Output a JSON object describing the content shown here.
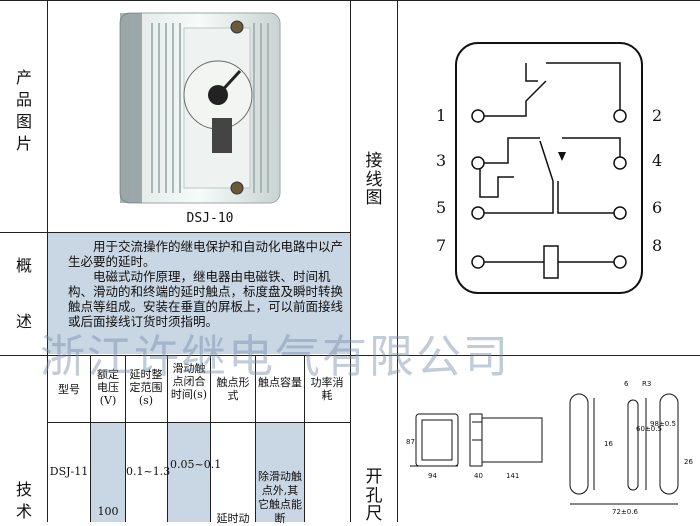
{
  "left_labels": {
    "product_photo": [
      "产",
      "品",
      "图",
      "片"
    ],
    "overview": [
      "概",
      "述"
    ],
    "technical": [
      "技",
      "术"
    ]
  },
  "photo_caption": "DSJ-10",
  "overview_text": {
    "p1": "用于交流操作的继电保护和自动化电路中以产生必要的延时。",
    "p2": "电磁式动作原理，继电器由电磁铁、时间机构、滑动的和终端的延时触点，标度盘及瞬时转换触点等组成。安装在垂直的屏板上，可以前面接线或后面接线订货时须指明。"
  },
  "watermark": "浙江许继电气有限公司",
  "tech_table": {
    "headers": [
      "型号",
      "额定电压(V)",
      "延时整定范围(s)",
      "滑动触点闭合时间(s)",
      "触点形式",
      "触点容量",
      "功率消耗"
    ],
    "row": {
      "model": "DSJ-11",
      "delay": "0.1~1.3",
      "slide": "0.05~0.1",
      "voltage": "100",
      "contact_form": "延时动",
      "capacity": "除滑动触点外,其它触点能断"
    }
  },
  "wiring": {
    "label": [
      "接",
      "线",
      "图"
    ],
    "terminals": [
      "1",
      "2",
      "3",
      "4",
      "5",
      "6",
      "7",
      "8"
    ]
  },
  "cutout": {
    "label": [
      "开",
      "孔",
      "尺"
    ],
    "dims": [
      "87",
      "94",
      "40",
      "141",
      "16",
      "60±0.5",
      "98±0.5",
      "72±0.6",
      "26",
      "6",
      "R3"
    ]
  }
}
